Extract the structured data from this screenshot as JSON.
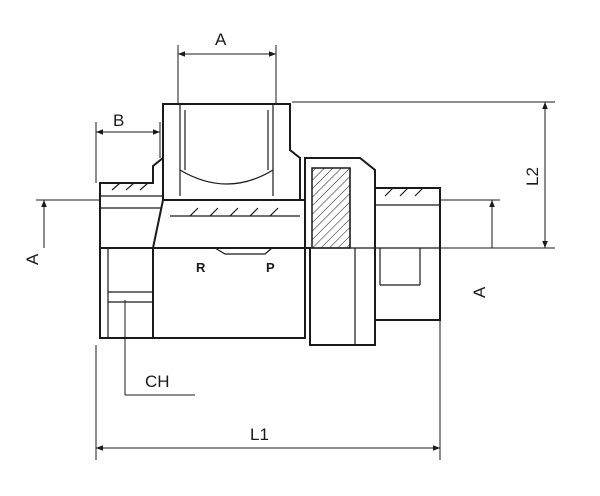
{
  "diagram": {
    "labels": {
      "a_top": "A",
      "b": "B",
      "l2": "L2",
      "a_left": "A",
      "a_right": "A",
      "ch": "CH",
      "l1": "L1",
      "port_r": "R",
      "port_p": "P"
    },
    "colors": {
      "line": "#1a1a1a",
      "background": "#ffffff",
      "fill": "#ffffff"
    }
  }
}
